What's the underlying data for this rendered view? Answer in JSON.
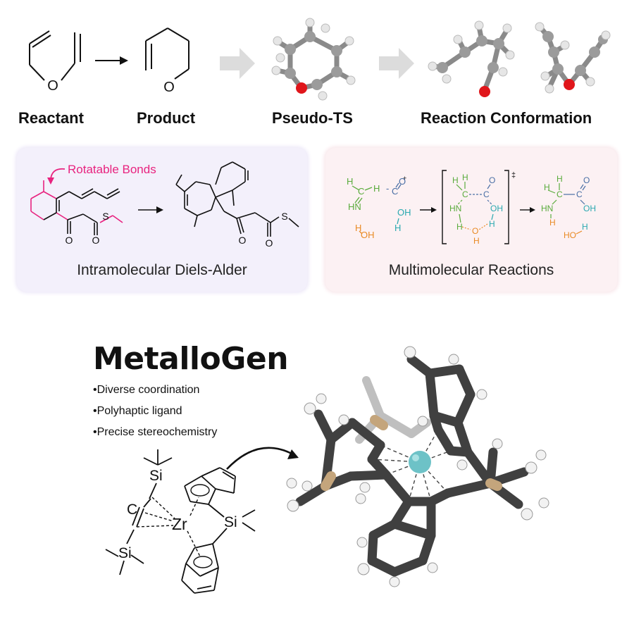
{
  "top_row": {
    "reactant_label": "Reactant",
    "product_label": "Product",
    "pseudo_ts_label": "Pseudo-TS",
    "reaction_conformation_label": "Reaction Conformation",
    "reactant_atom_o": "O",
    "product_atom_o": "O"
  },
  "diels_alder_panel": {
    "annotation": "Rotatable Bonds",
    "caption": "Intramolecular Diels-Alder",
    "atom_s1": "S",
    "atom_s2": "S",
    "atom_o1": "O",
    "atom_o2": "O",
    "atom_o3": "O",
    "atom_o4": "O",
    "annotation_color": "#e8237f"
  },
  "multimolecular_panel": {
    "caption": "Multimolecular Reactions",
    "ts_mark": "‡",
    "atoms": {
      "r_h1": "H",
      "r_c1": "C",
      "r_h2": "H",
      "r_nh": "HN",
      "co_minus": "-",
      "co_c": "C",
      "co_plus": "+",
      "co_o": "O",
      "w1_oh": "OH",
      "w1_h": "H",
      "w2_h": "H",
      "w2_oh": "OH",
      "ts_h1": "H",
      "ts_h2": "H",
      "ts_c1": "C",
      "ts_c2": "C",
      "ts_o": "O",
      "ts_hn": "HN",
      "ts_oh": "OH",
      "ts_h3": "H",
      "ts_h4": "H",
      "ts_o2": "O",
      "ts_h5": "H",
      "p_h1": "H",
      "p_h2": "H",
      "p_c1": "C",
      "p_c2": "C",
      "p_o": "O",
      "p_hn": "HN",
      "p_oh": "OH",
      "p_h3": "H",
      "p_ho": "HO",
      "p_h4": "H"
    }
  },
  "metallogen": {
    "title": "MetalloGen",
    "bullets": [
      "•Diverse coordination",
      "•Polyhaptic ligand",
      "•Precise stereochemistry"
    ],
    "atom_si_top": "Si",
    "atom_c": "C",
    "atom_zr": "Zr",
    "atom_si_right": "Si",
    "atom_si_bottom": "Si"
  },
  "colors": {
    "gray_arrow": "#d9d9d9",
    "green_atoms": "#5aab3c",
    "blue_atoms": "#4a6fa5",
    "teal_atoms": "#2aa9b0",
    "orange_atoms": "#e98a24",
    "oxygen_red": "#e0161b",
    "carbon_dark": "#3d3d3d",
    "silicon_tan": "#c4a57c",
    "zirconium_teal": "#6dc2c7"
  }
}
